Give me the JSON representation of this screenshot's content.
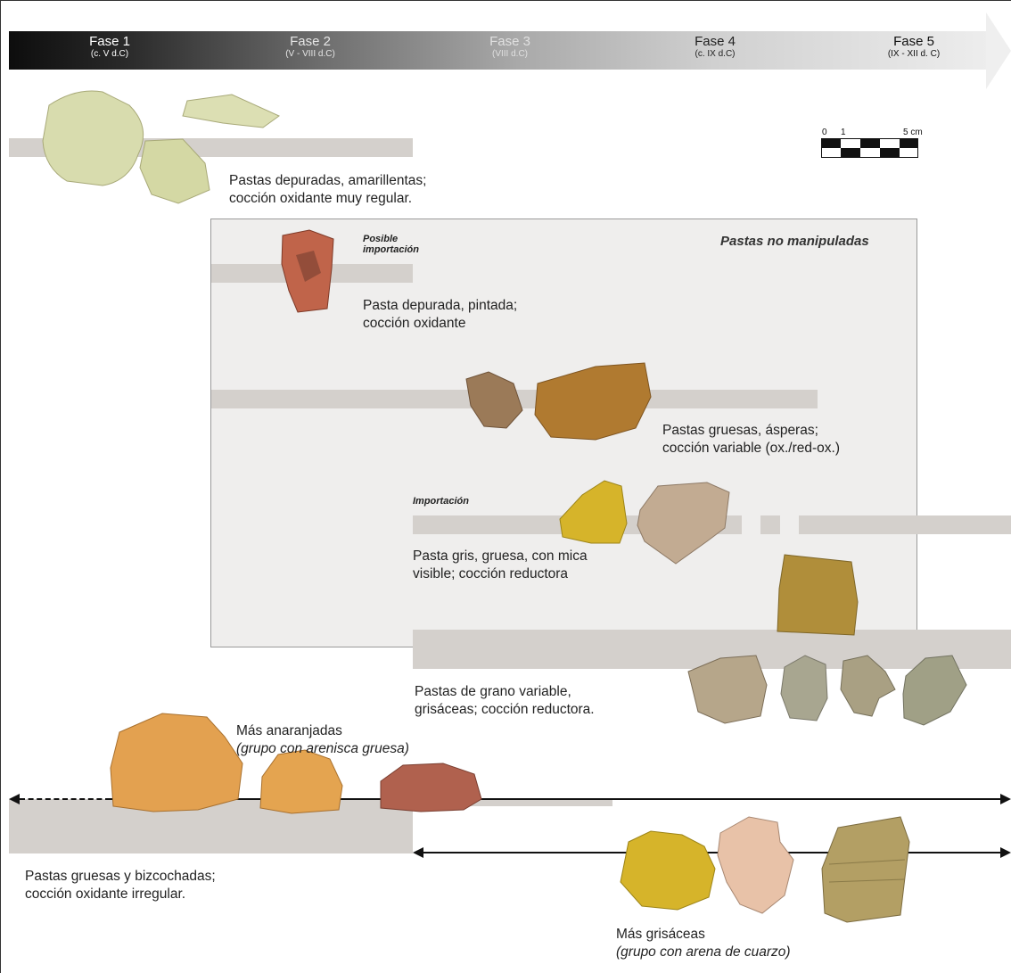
{
  "phases": [
    {
      "name": "Fase 1",
      "dates": "(c. V d.C)"
    },
    {
      "name": "Fase 2",
      "dates": "(V - VIII d.C)"
    },
    {
      "name": "Fase 3",
      "dates": "(VIII d.C)"
    },
    {
      "name": "Fase 4",
      "dates": "(c. IX d.C)"
    },
    {
      "name": "Fase 5",
      "dates": "(IX - XII d. C)"
    }
  ],
  "scale": {
    "t0": "0",
    "t1": "1",
    "t5": "5 cm"
  },
  "box_title": "Pastas no manipuladas",
  "groups": {
    "g1": [
      "Pastas depuradas, amarillentas;",
      "cocción oxidante muy regular."
    ],
    "g2_note": [
      "Posible",
      "importación"
    ],
    "g2": [
      "Pasta depurada, pintada;",
      "cocción oxidante"
    ],
    "g3": [
      "Pastas gruesas, ásperas;",
      "cocción variable (ox./red-ox.)"
    ],
    "g4_note": "Importación",
    "g4": [
      "Pasta gris, gruesa, con mica",
      "visible; cocción reductora"
    ],
    "g5": [
      "Pastas de grano variable,",
      "grisáceas; cocción reductora."
    ],
    "g6_orange": [
      "Más anaranjadas",
      "(grupo con arenisca gruesa)"
    ],
    "g6": [
      "Pastas gruesas y bizcochadas;",
      "cocción oxidante irregular."
    ],
    "g6_grey": [
      "Más grisáceas",
      "(grupo con arena de cuarzo)"
    ]
  },
  "colors": {
    "bar": "#d4d0cc",
    "box": "#efeeed",
    "yellowish": "#d8dcae",
    "painted": "#c0644a",
    "brown": "#b07a30",
    "yellow": "#d6b42a",
    "grey": "#a89c80",
    "orange": "#e3a150"
  }
}
